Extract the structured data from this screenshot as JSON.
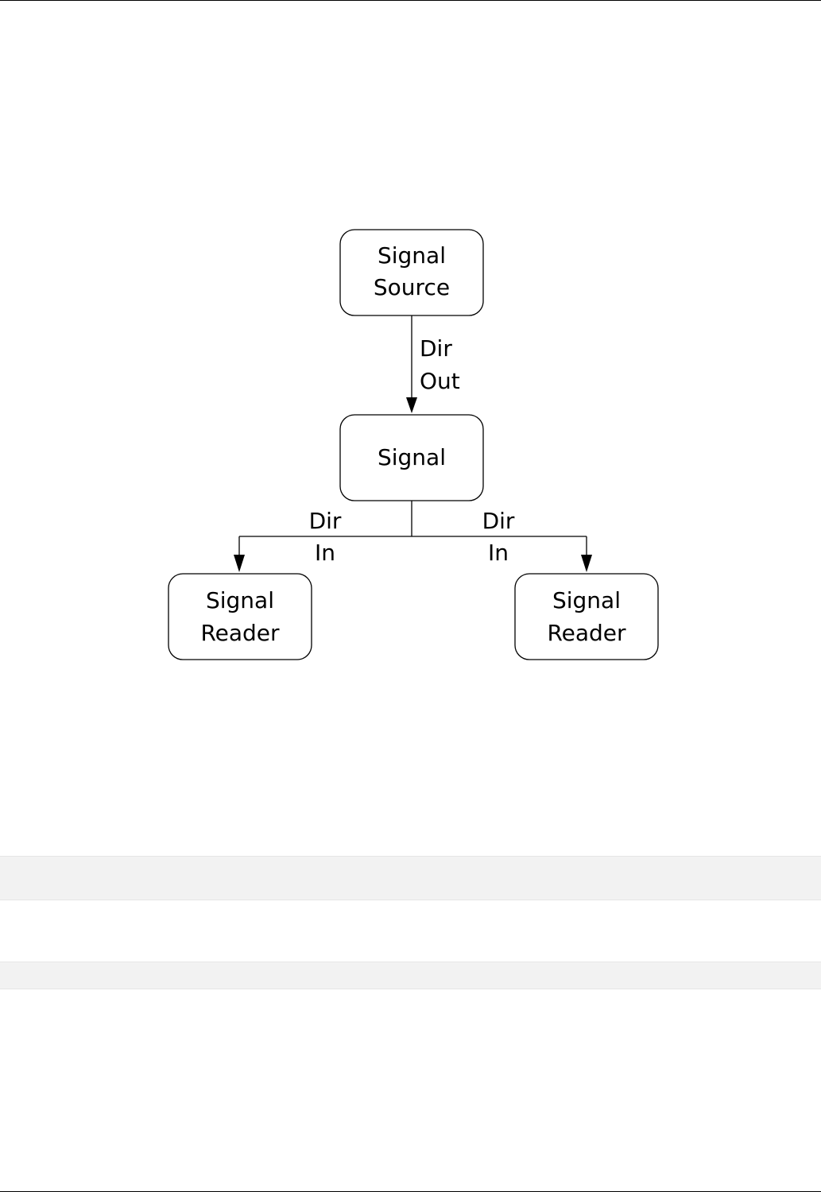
{
  "diagram": {
    "nodes": [
      {
        "id": "signal-source",
        "lines": [
          "Signal",
          "Source"
        ]
      },
      {
        "id": "signal",
        "lines": [
          "Signal"
        ]
      },
      {
        "id": "signal-reader-left",
        "lines": [
          "Signal",
          "Reader"
        ]
      },
      {
        "id": "signal-reader-right",
        "lines": [
          "Signal",
          "Reader"
        ]
      }
    ],
    "edges": [
      {
        "from": "signal-source",
        "to": "signal",
        "label_lines": [
          "Dir",
          "Out"
        ]
      },
      {
        "from": "signal",
        "to": "signal-reader-left",
        "label_lines": [
          "Dir",
          "In"
        ]
      },
      {
        "from": "signal",
        "to": "signal-reader-right",
        "label_lines": [
          "Dir",
          "In"
        ]
      }
    ]
  },
  "colors": {
    "stroke": "#000000",
    "background": "#ffffff",
    "band": "#f2f2f2"
  }
}
